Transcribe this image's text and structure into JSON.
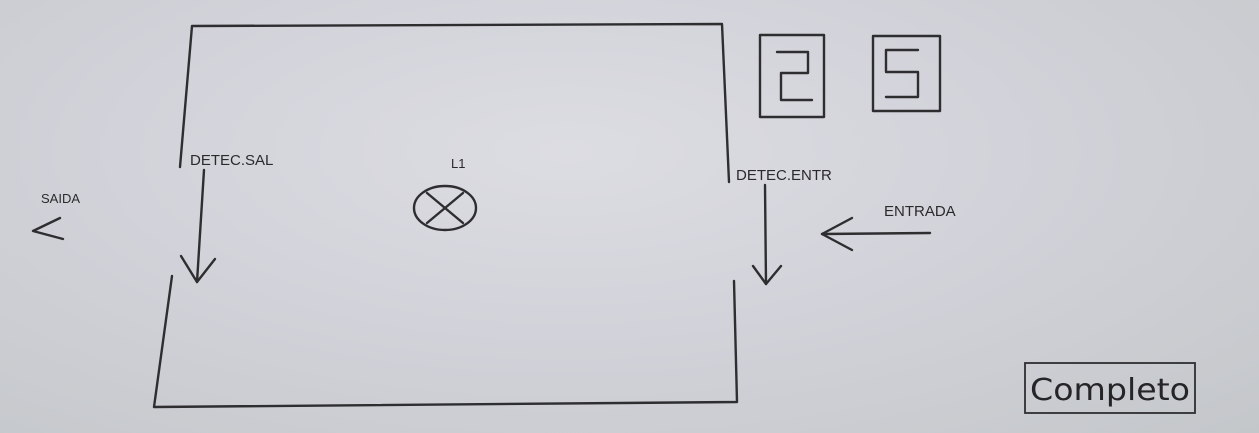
{
  "labels": {
    "detector_exit": "DETEC.SAL",
    "detector_entry": "DETEC.ENTR",
    "lamp": "L1",
    "exit_direction": "SAIDA",
    "entry_direction": "ENTRADA"
  },
  "display": {
    "digits": [
      "2",
      "5"
    ]
  },
  "status": {
    "label": "Completo"
  },
  "colors": {
    "ink": "#2e2e30",
    "paper": "#d2d3da"
  }
}
